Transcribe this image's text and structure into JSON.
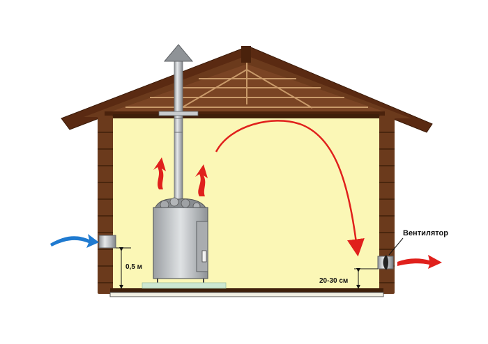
{
  "labels": {
    "inlet_height": "0,5 м",
    "outlet_height": "20-30 см",
    "fan": "Вентилятор"
  },
  "colors": {
    "wall_fill": "#fbf7b6",
    "log_wood": "#6b3a1c",
    "roof_wood": "#5a2a12",
    "hot_air": "#e0201c",
    "cold_air": "#1f7ad0",
    "metal": "#b9bcc0"
  },
  "icons": [
    "chimney-pipe",
    "sauna-stove",
    "fan-icon",
    "inlet-vent",
    "outlet-vent"
  ]
}
